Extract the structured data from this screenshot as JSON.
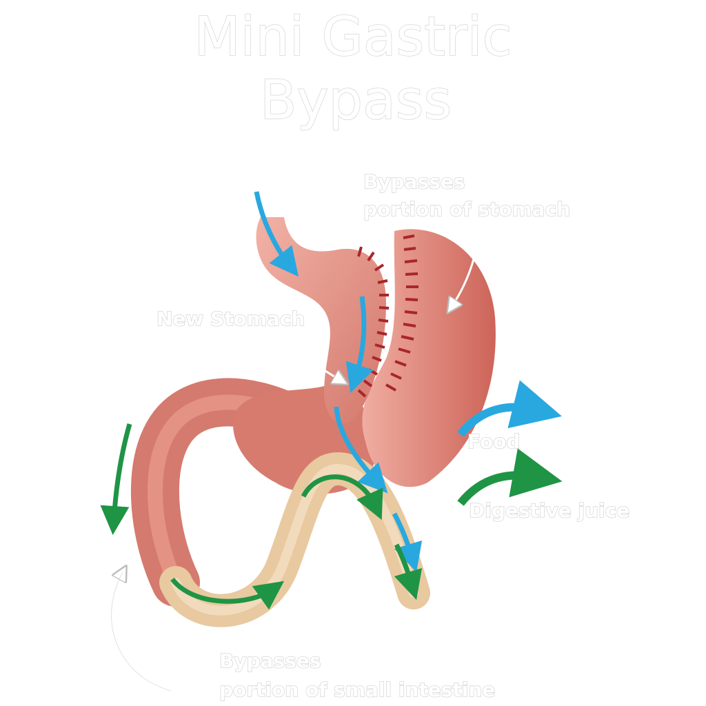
{
  "title": {
    "line1": "Mini Gastric",
    "line2": "Bypass"
  },
  "labels": {
    "bypass_stomach": {
      "line1": "Bypasses",
      "line2": "portion of stomach"
    },
    "new_stomach": "New Stomach",
    "bypass_intestine": {
      "line1": "Bypasses",
      "line2": "portion of small intestine"
    }
  },
  "legend": [
    {
      "label": "Food",
      "color": "#29a8e0"
    },
    {
      "label": "Digestive juice",
      "color": "#1f9445"
    }
  ],
  "colors": {
    "stomach": "#d9776c",
    "stomach_light": "#efa69a",
    "staple": "#a8262a",
    "intestine": "#e8c9a0"
  }
}
